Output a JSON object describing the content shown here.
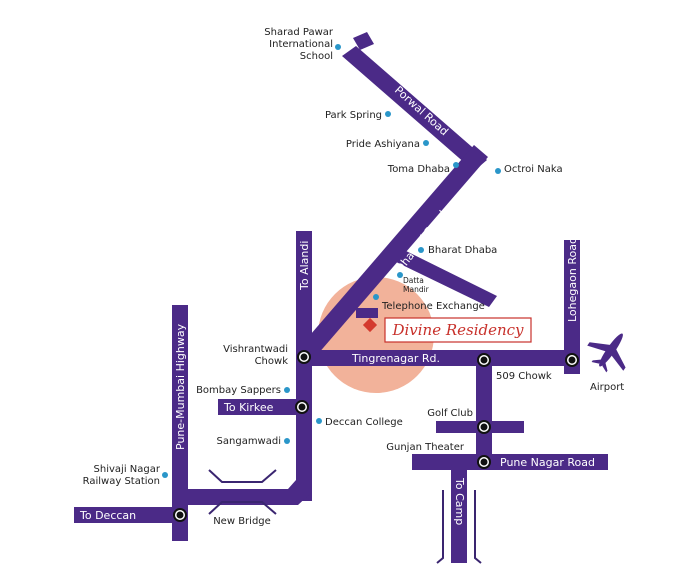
{
  "colors": {
    "road": "#4b2a87",
    "poi_dot": "#2a96c9",
    "highlight_circle": "#f0a488",
    "brand_text": "#c8312b",
    "brand_marker": "#d43a2e"
  },
  "roads": {
    "porwal": "Porwal Road",
    "dhanori": "Dhanori Road",
    "alandi": "To Alandi",
    "tingrenagar": "Tingrenagar Rd.",
    "lohegaon": "Lohegaon Road.",
    "kirkee": "To Kirkee",
    "pune_mumbai": "Pune-Mumbai Highway",
    "deccan": "To Deccan",
    "pune_nagar": "Pune Nagar Road",
    "camp": "To Camp"
  },
  "places": {
    "sharad_1": "Sharad Pawar",
    "sharad_2": "International",
    "sharad_3": "School",
    "park_spring": "Park Spring",
    "pride_ashiyana": "Pride Ashiyana",
    "toma_dhaba": "Toma Dhaba",
    "octroi_naka": "Octroi Naka",
    "bharat_dhaba": "Bharat Dhaba",
    "datta_1": "Datta",
    "datta_2": "Mandir",
    "telephone_exchange": "Telephone Exchange",
    "vishrantwadi_1": "Vishrantwadi",
    "vishrantwadi_2": "Chowk",
    "bombay_sappers": "Bombay Sappers",
    "deccan_college": "Deccan College",
    "sangamwadi": "Sangamwadi",
    "shivaji_1": "Shivaji Nagar",
    "shivaji_2": "Railway Station",
    "new_bridge": "New Bridge",
    "chowk_509": "509 Chowk",
    "golf_club": "Golf Club",
    "gunjan_theater": "Gunjan Theater",
    "airport": "Airport"
  },
  "brand": {
    "name": "Divine Residency"
  },
  "icons": {
    "airport": "airplane-icon",
    "location": "diamond-marker-icon"
  }
}
